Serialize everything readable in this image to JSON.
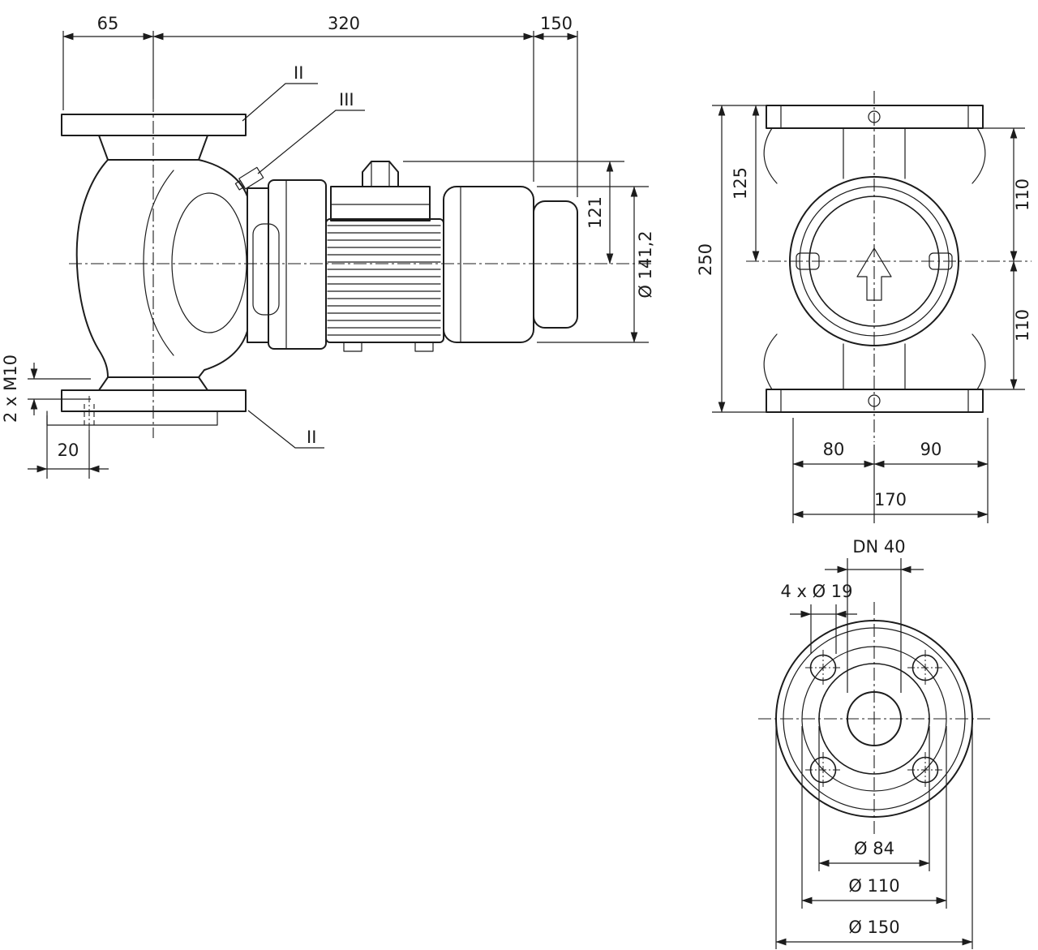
{
  "drawing": {
    "side_view": {
      "dim_flange_to_axis": "65",
      "dim_axis_to_motor_end": "320",
      "dim_removal_space": "150",
      "dim_axis_to_terminal_top": "121",
      "dim_motor_diameter": "Ø 141,2",
      "dim_foot_thread": "2 x M10",
      "dim_foot_edge": "20",
      "label_section_top": "II",
      "label_vent_plug": "III",
      "label_section_bottom": "II"
    },
    "front_view": {
      "dim_total_height": "250",
      "dim_axis_to_flange_face": "125",
      "dim_port_top": "110",
      "dim_port_bottom": "110",
      "dim_foot_left": "80",
      "dim_foot_right": "90",
      "dim_foot_total": "170"
    },
    "flange_view": {
      "dim_nominal_bore": "DN 40",
      "dim_bolt_holes": "4 x Ø 19",
      "dim_raised_face": "Ø 84",
      "dim_bolt_circle": "Ø 110",
      "dim_outer_diameter": "Ø 150"
    }
  }
}
